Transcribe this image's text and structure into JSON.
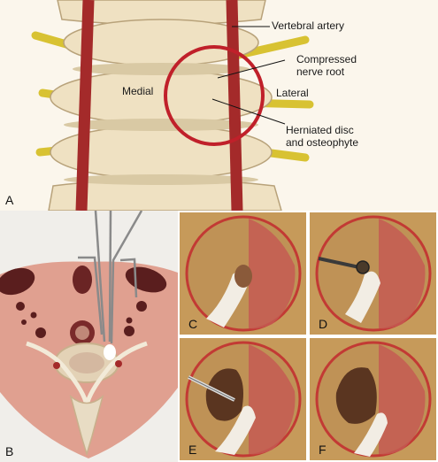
{
  "panels": {
    "a": {
      "letter": "A",
      "labels": {
        "vertebral_artery": "Vertebral artery",
        "compressed_root_1": "Compressed",
        "compressed_root_2": "nerve root",
        "medial": "Medial",
        "lateral": "Lateral",
        "herniated_1": "Herniated disc",
        "herniated_2": "and osteophyte"
      }
    },
    "b": {
      "letter": "B"
    },
    "c": {
      "letter": "C"
    },
    "d": {
      "letter": "D"
    },
    "e": {
      "letter": "E"
    },
    "f": {
      "letter": "F"
    }
  },
  "colors": {
    "bone": "#efe1c2",
    "artery": "#a42a2a",
    "nerve": "#d8c232",
    "highlight_circle": "#c0202a",
    "tissue": "#e0a090",
    "endoscope_field": "#c69a5a"
  }
}
